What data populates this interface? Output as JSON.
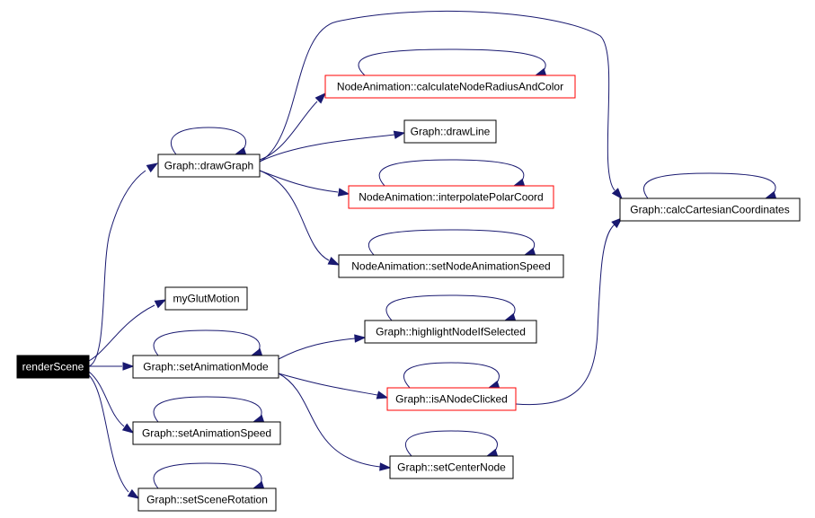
{
  "colors": {
    "edge": "#191970",
    "highlight_border": "#ff0000",
    "root_fill": "#000000"
  },
  "nodes": {
    "renderScene": "renderScene",
    "drawGraph": "Graph::drawGraph",
    "myGlutMotion": "myGlutMotion",
    "setAnimationMode": "Graph::setAnimationMode",
    "setAnimationSpeed": "Graph::setAnimationSpeed",
    "setSceneRotation": "Graph::setSceneRotation",
    "calculateNodeRadiusAndColor": "NodeAnimation::calculateNodeRadiusAndColor",
    "drawLine": "Graph::drawLine",
    "interpolatePolarCoord": "NodeAnimation::interpolatePolarCoord",
    "setNodeAnimationSpeed": "NodeAnimation::setNodeAnimationSpeed",
    "highlightNodeIfSelected": "Graph::highlightNodeIfSelected",
    "isANodeClicked": "Graph::isANodeClicked",
    "setCenterNode": "Graph::setCenterNode",
    "calcCartesianCoordinates": "Graph::calcCartesianCoordinates"
  }
}
